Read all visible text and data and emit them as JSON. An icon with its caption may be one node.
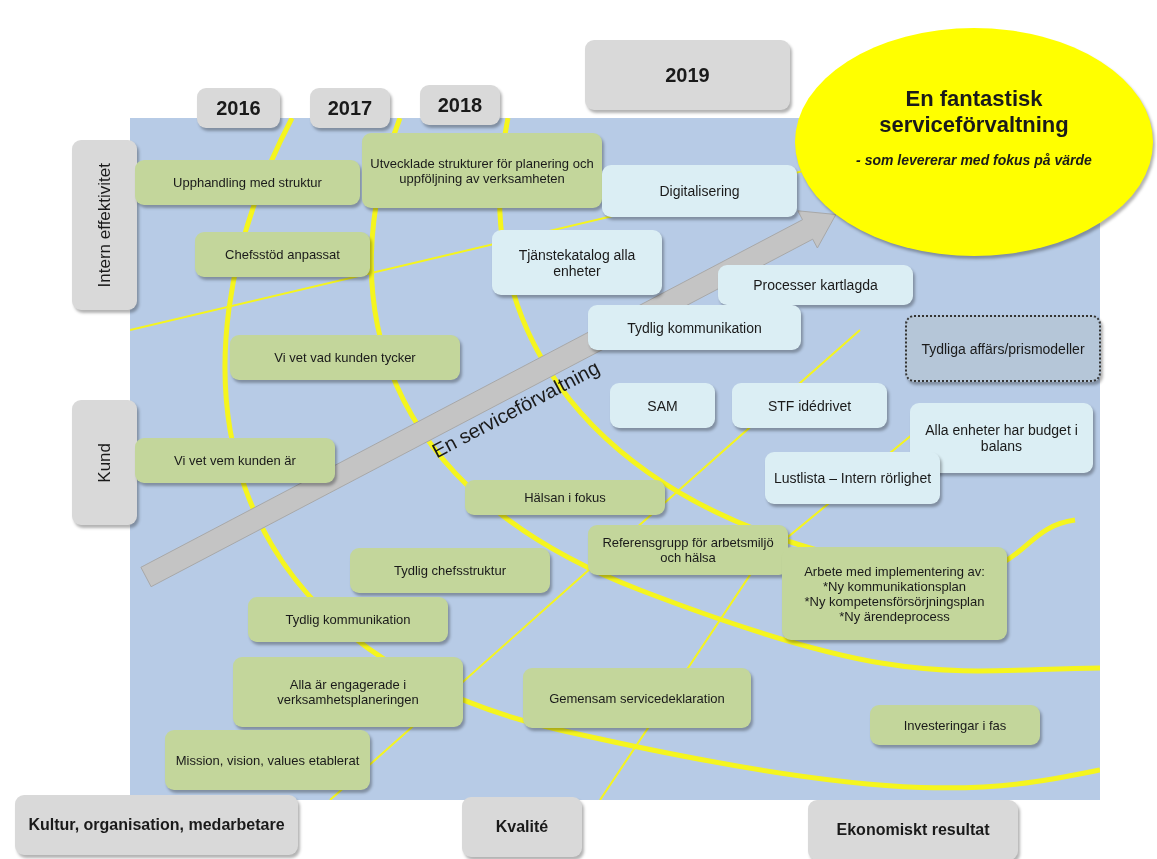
{
  "diagram": {
    "nodes": [
      {
        "text": [
          "2019"
        ]
      },
      {
        "text": [
          "En fantastisk serviceförvaltning",
          "- som levererar med fokus på värde"
        ]
      },
      {
        "text": [
          "2016"
        ]
      },
      {
        "text": [
          "2017"
        ]
      },
      {
        "text": [
          "2018"
        ]
      },
      {
        "text": [
          "Intern effektivitet"
        ]
      },
      {
        "text": [
          "Upphandling med struktur"
        ]
      },
      {
        "text": [
          "Utvecklade strukturer för planering och uppföljning av verksamheten"
        ]
      },
      {
        "text": [
          "Digitalisering"
        ]
      },
      {
        "text": [
          "Tjänstekatalog alla enheter"
        ]
      },
      {
        "text": [
          "Chefsstöd anpassat"
        ]
      },
      {
        "text": [
          "Processer kartlagda"
        ]
      },
      {
        "text": [
          "Tydlig kommunikation"
        ]
      },
      {
        "text": [
          "Tydliga affärs/prismodeller"
        ]
      },
      {
        "text": [
          "Vi vet vad kunden tycker"
        ]
      },
      {
        "text": [
          "SAM"
        ]
      },
      {
        "text": [
          "STF idédrivet"
        ]
      },
      {
        "text": [
          "Kund"
        ]
      },
      {
        "text": [
          "Alla enheter har budget i balans"
        ]
      },
      {
        "text": [
          "Vi vet vem kunden är"
        ]
      },
      {
        "text": [
          "Hälsan i fokus"
        ]
      },
      {
        "text": [
          "Lustlista – Intern rörlighet"
        ]
      },
      {
        "text": [
          "Referensgrupp för arbetsmiljö och hälsa"
        ]
      },
      {
        "text": [
          "Tydlig chefsstruktur"
        ]
      },
      {
        "text": [
          "Arbete med implementering av:",
          "*Ny kommunikationsplan",
          "*Ny kompetensförsörjningsplan",
          "*Ny ärendeprocess"
        ]
      },
      {
        "text": [
          "Tydlig kommunikation"
        ]
      },
      {
        "text": [
          "Alla är engagerade i verksamhetsplaneringen"
        ]
      },
      {
        "text": [
          "Gemensam servicedeklaration"
        ]
      },
      {
        "text": [
          "Investeringar i fas"
        ]
      },
      {
        "text": [
          "Mission, vision, values etablerat"
        ]
      },
      {
        "text": [
          "Kultur, organisation, medarbetare"
        ]
      },
      {
        "text": [
          "Kvalité"
        ]
      },
      {
        "text": [
          "Ekonomiskt resultat"
        ]
      }
    ],
    "edges": [
      {
        "from": null,
        "to": 1,
        "arrow": "to",
        "label": "En serviceförvaltning"
      }
    ]
  }
}
